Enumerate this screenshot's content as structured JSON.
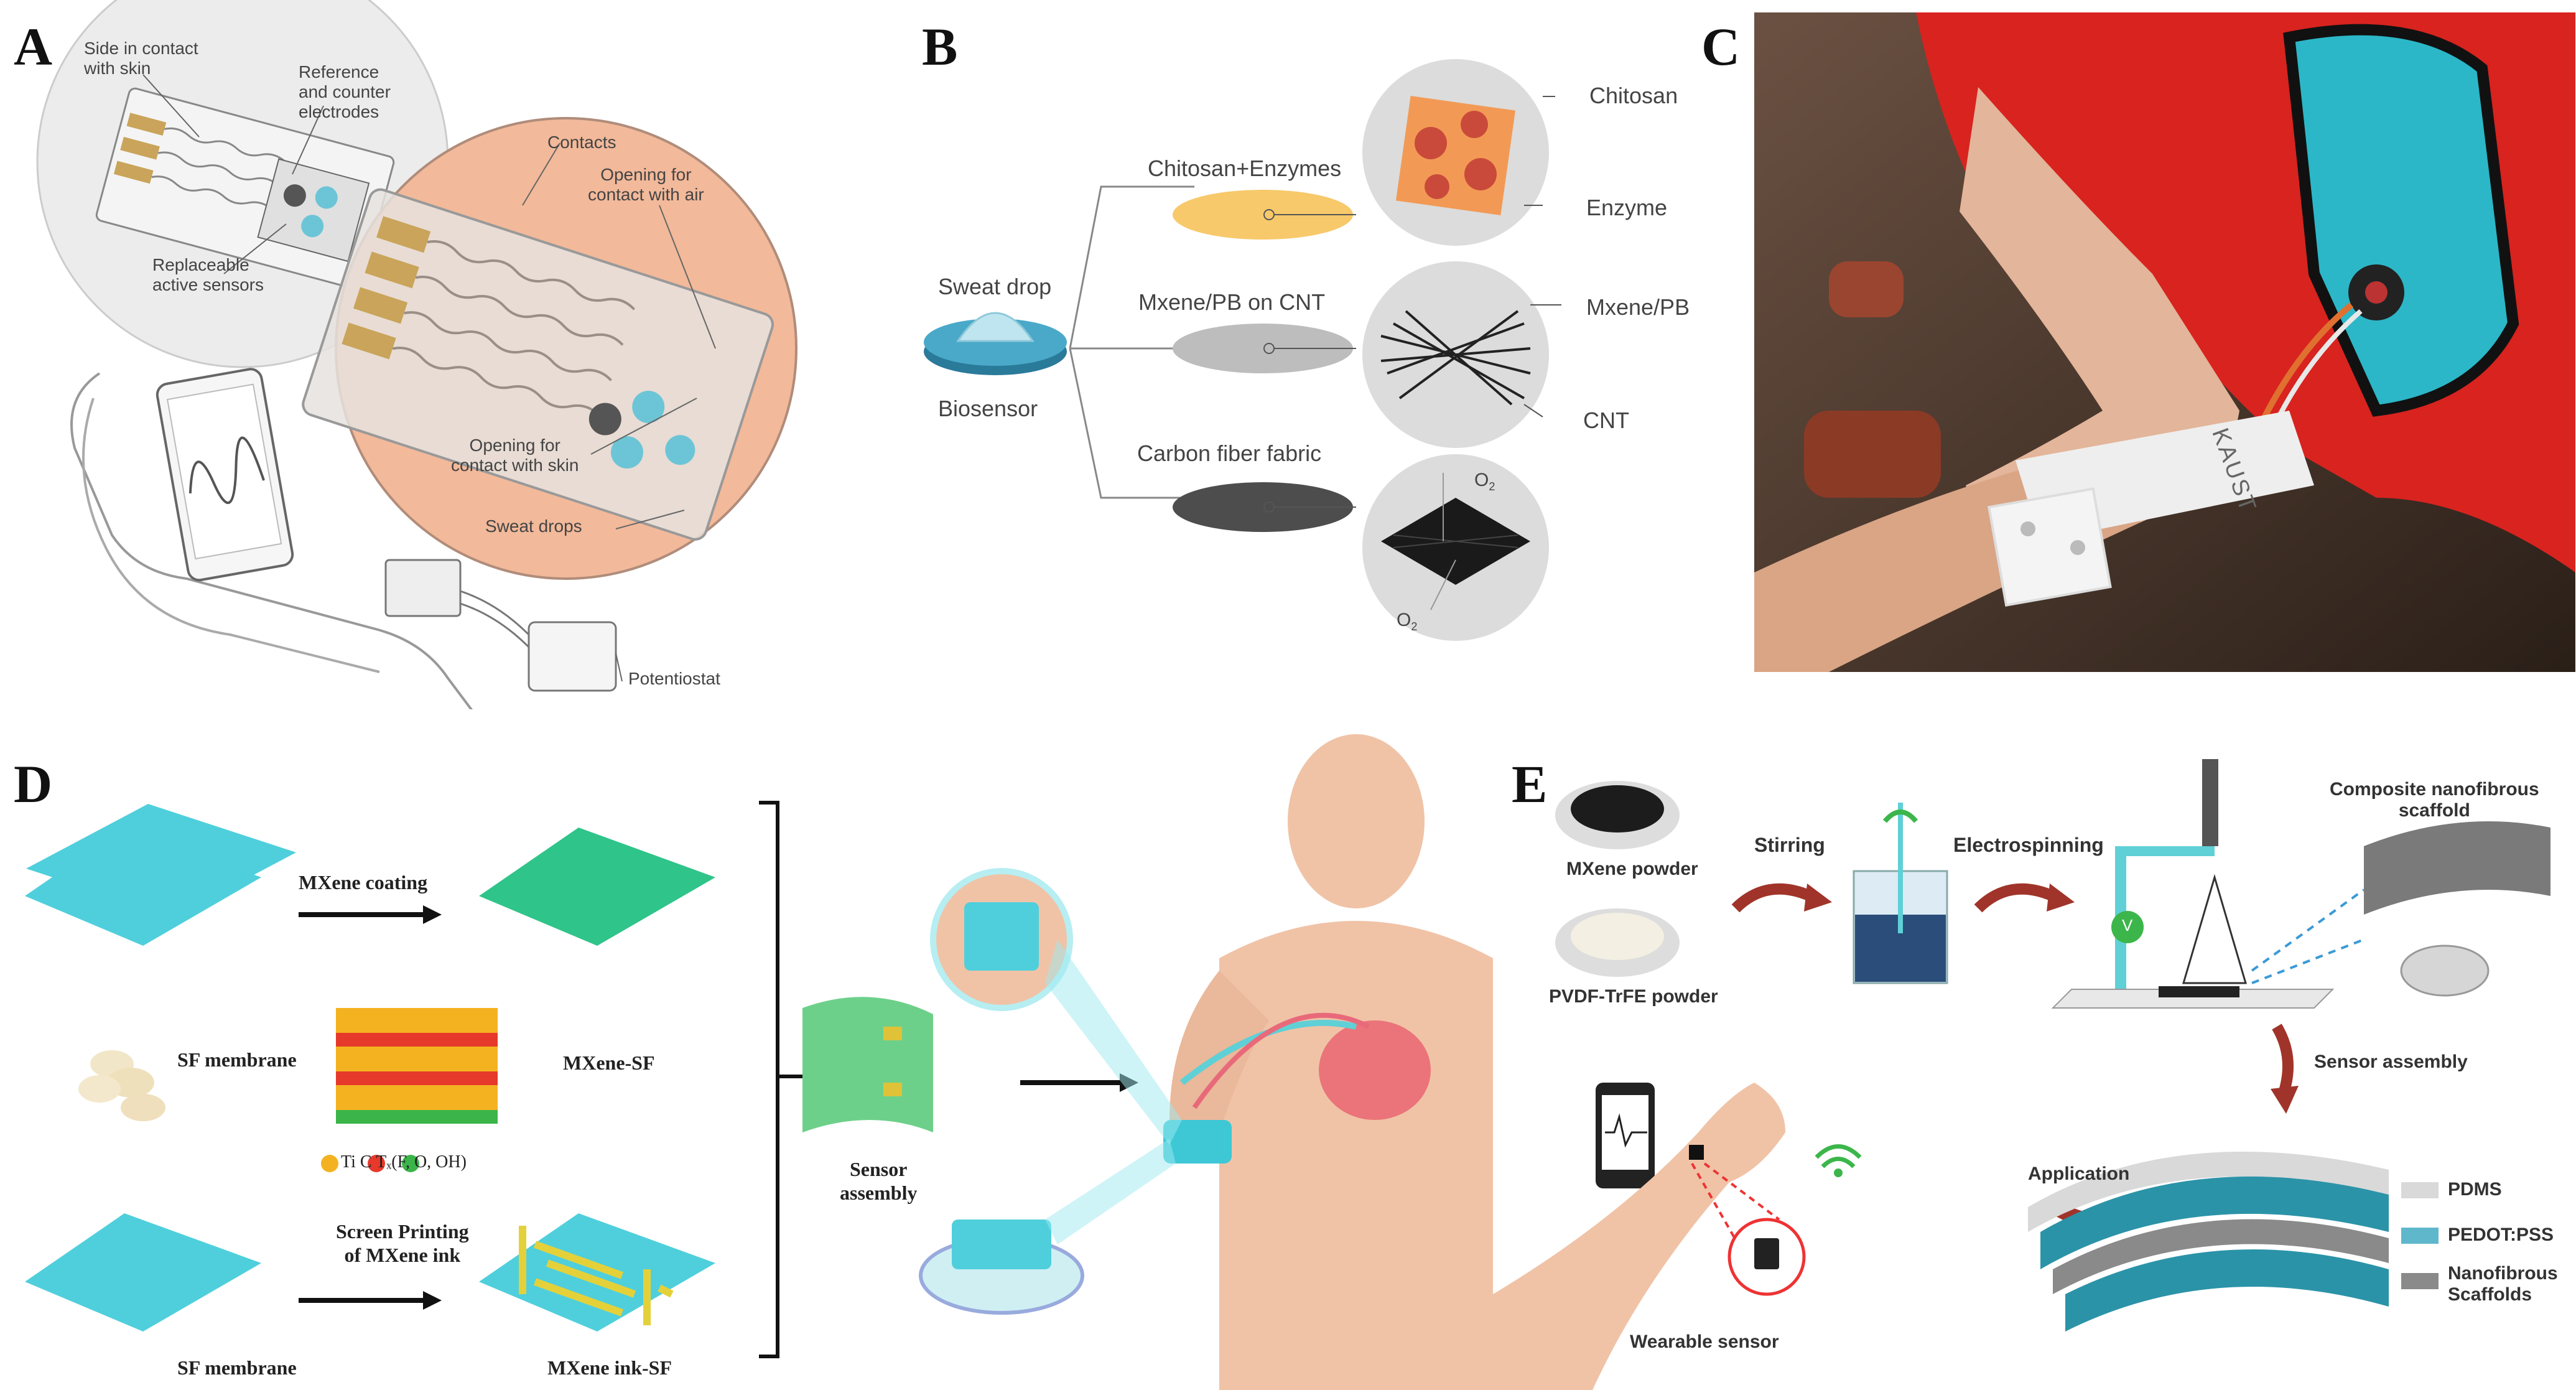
{
  "panels": {
    "A": {
      "letter": "A",
      "labels": {
        "side_contact": [
          "Side in contact",
          "with skin"
        ],
        "ref_counter": [
          "Reference",
          "and counter",
          "electrodes"
        ],
        "replaceable": [
          "Replaceable",
          "active sensors"
        ],
        "contacts": "Contacts",
        "opening_air": [
          "Opening for",
          "contact with air"
        ],
        "opening_skin": [
          "Opening for",
          "contact with skin"
        ],
        "sweat_drops": "Sweat drops",
        "potentiostat": "Potentiostat"
      }
    },
    "B": {
      "letter": "B",
      "labels": {
        "sweat_drop": "Sweat drop",
        "biosensor": "Biosensor",
        "chitosan_enzymes": "Chitosan+Enzymes",
        "mxene_pb_cnt": "Mxene/PB on CNT",
        "carbon_fiber": "Carbon fiber fabric",
        "chitosan": "Chitosan",
        "enzyme": "Enzyme",
        "mxene_pb": "Mxene/PB",
        "cnt": "CNT",
        "o2_top": "O",
        "o2_bottom": "O",
        "o2_sub": "2"
      }
    },
    "C": {
      "letter": "C",
      "labels": {
        "band_text": "KAUST"
      }
    },
    "D": {
      "letter": "D",
      "labels": {
        "mxene_coating": "MXene coating",
        "sf_membrane_1": "SF membrane",
        "mxene_sf": "MXene-SF",
        "legend": "Ti   C   Tₓ(F, O, OH)",
        "screen_printing": [
          "Screen Printing",
          "of MXene ink"
        ],
        "sf_membrane_2": "SF membrane",
        "mxene_ink_sf": "MXene ink-SF",
        "sensor_assembly": [
          "Sensor",
          "assembly"
        ]
      }
    },
    "E": {
      "letter": "E",
      "labels": {
        "mxene_powder": "MXene powder",
        "pvdf_powder": "PVDF-TrFE powder",
        "stirring": "Stirring",
        "electrospinning": "Electrospinning",
        "composite": [
          "Composite nanofibrous",
          "scaffold"
        ],
        "sensor_assembly": "Sensor assembly",
        "application": "Application",
        "pdms": "PDMS",
        "pedot": "PEDOT:PSS",
        "nanofibrous": [
          "Nanofibrous",
          "Scaffolds"
        ],
        "wearable": "Wearable sensor",
        "v_label": "V"
      }
    }
  },
  "colors": {
    "skin_circle": "#f2b99a",
    "cyan": "#5fd0d6",
    "mxene_green": "#2fc48a",
    "arrow_red": "#a0342a",
    "red_shirt": "#d8231f",
    "teal_band": "#2bb7c7"
  }
}
